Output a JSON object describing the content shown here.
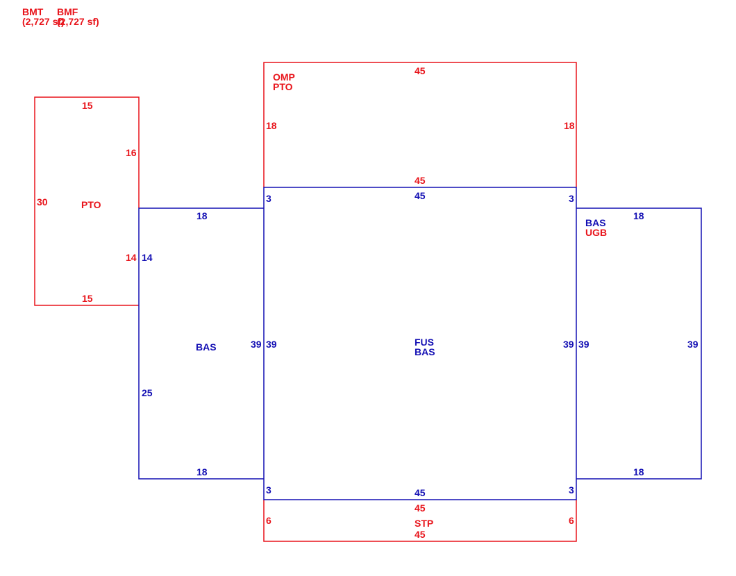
{
  "summary": {
    "bmt_label": "BMT",
    "bmt_area": "(2,727 sf)",
    "bmf_label": "BMF",
    "bmf_area": "(2,727 sf)"
  },
  "colors": {
    "red": "#e8141b",
    "blue": "#1410b4"
  },
  "areas": {
    "pto_left": {
      "label": "PTO",
      "top": "15",
      "right_upper": "16",
      "right_lower": "14",
      "left": "30",
      "bottom": "15"
    },
    "omp_pto_top": {
      "label_1": "OMP",
      "label_2": "PTO",
      "top": "45",
      "left": "18",
      "right": "18",
      "bottom": "45"
    },
    "bas_left": {
      "label": "BAS",
      "top": "18",
      "left_upper": "14",
      "left_lower": "25",
      "right": "39",
      "bottom": "18"
    },
    "fus_bas_center": {
      "label_1": "FUS",
      "label_2": "BAS",
      "top": "45",
      "left": "39",
      "right": "39",
      "bottom": "45",
      "corner_top_left": "3",
      "corner_top_right": "3",
      "corner_bottom_left": "3",
      "corner_bottom_right": "3"
    },
    "bas_ugb_right": {
      "label_1": "BAS",
      "label_2": "UGB",
      "top": "18",
      "left": "39",
      "right": "39",
      "bottom": "18"
    },
    "stp_bottom": {
      "label": "STP",
      "top": "45",
      "left": "6",
      "right": "6",
      "bottom": "45"
    }
  }
}
